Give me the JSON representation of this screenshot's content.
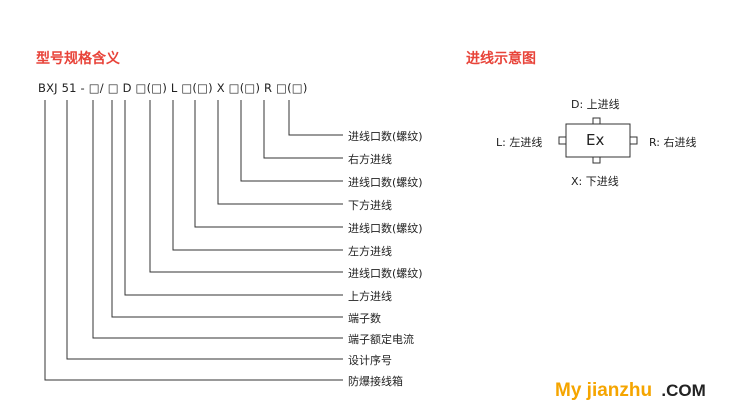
{
  "left_section": {
    "title": "型号规格含义",
    "code": "BXJ 51 - □/ □ D □(□) L □(□) X □(□) R □(□)",
    "labels": [
      "进线口数(螺纹)",
      "右方进线",
      "进线口数(螺纹)",
      "下方进线",
      "进线口数(螺纹)",
      "左方进线",
      "进线口数(螺纹)",
      "上方进线",
      "端子数",
      "端子额定电流",
      "设计序号",
      "防爆接线箱"
    ]
  },
  "right_section": {
    "title": "进线示意图",
    "box_label": "Ex",
    "top_label": "D: 上进线",
    "left_label": "L: 左进线",
    "right_label": "R: 右进线",
    "bottom_label": "X: 下进线"
  },
  "watermark": {
    "part1": "My jianzhu",
    "part2": ".COM",
    "color1": "#f5a500",
    "color2": "#222222"
  },
  "colors": {
    "accent": "#e8443a",
    "line": "#333333"
  }
}
